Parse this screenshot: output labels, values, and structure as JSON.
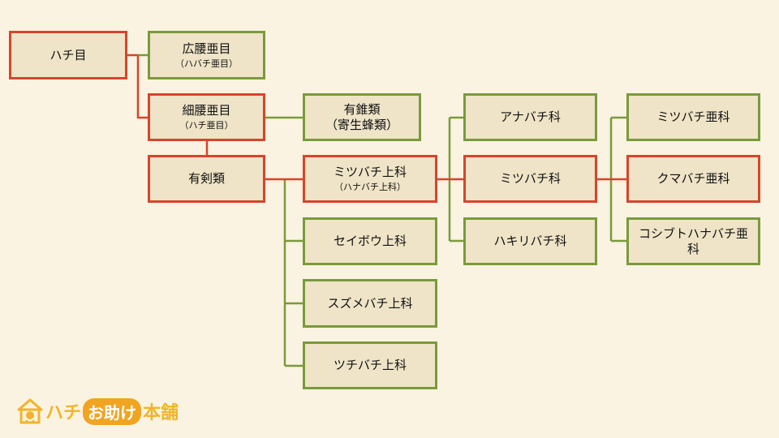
{
  "nodes": {
    "hachi_moku": {
      "label": "ハチ目"
    },
    "kouyou_amoku": {
      "label": "広腰亜目",
      "sub": "（ハバチ亜目）"
    },
    "saiyou_amoku": {
      "label": "細腰亜目",
      "sub": "（ハチ亜目）"
    },
    "yuusui_rui": {
      "label": "有錐類",
      "sub": "（寄生蜂類）"
    },
    "yuuken_rui": {
      "label": "有剣類"
    },
    "mitsubachi_joka": {
      "label": "ミツバチ上科",
      "sub": "（ハナバチ上科）"
    },
    "seibou_joka": {
      "label": "セイボウ上科"
    },
    "suzumebachi_joka": {
      "label": "スズメバチ上科"
    },
    "tsuchibachi_joka": {
      "label": "ツチバチ上科"
    },
    "anabachi_ka": {
      "label": "アナバチ科"
    },
    "mitsubachi_ka": {
      "label": "ミツバチ科"
    },
    "hakiribachi_ka": {
      "label": "ハキリバチ科"
    },
    "mitsubachi_aka": {
      "label": "ミツバチ亜科"
    },
    "kumabachi_aka": {
      "label": "クマバチ亜科"
    },
    "koshibuto_aka": {
      "label": "コシブトハナバチ亜科"
    }
  },
  "colors": {
    "highlight": "#d6452c",
    "normal": "#7a9a3c",
    "fill": "#efe4c7",
    "background": "#faf3e1"
  },
  "logo": {
    "part1": "ハチ",
    "part2": "お助け",
    "part3": "本舗",
    "icon": "house-bee-icon"
  }
}
